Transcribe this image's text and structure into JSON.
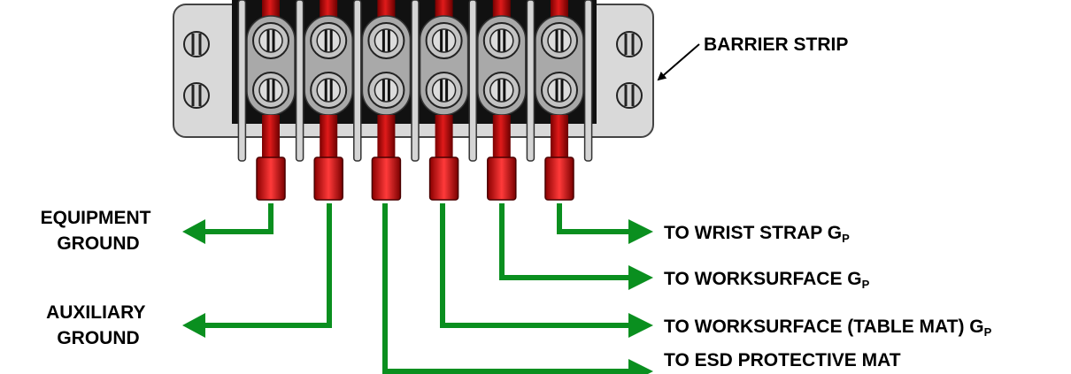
{
  "title": "",
  "labels": {
    "barrier_strip": "BARRIER STRIP",
    "equipment_ground": [
      "EQUIPMENT",
      "GROUND"
    ],
    "auxiliary_ground": [
      "AUXILIARY",
      "GROUND"
    ],
    "wrist_strap": {
      "text": "TO WRIST STRAP G",
      "sub": "P"
    },
    "worksurface": {
      "text": "TO WORKSURFACE G",
      "sub": "P"
    },
    "table_mat": {
      "text": "TO WORKSURFACE (TABLE MAT) G",
      "sub": "P"
    },
    "esd_mat": "TO ESD PROTECTIVE MAT"
  },
  "colors": {
    "wire": "#0a8f1f",
    "terminal_red": "#cc1111",
    "terminal_dark": "#7a0000",
    "strip_body": "#d9d9d9",
    "strip_black": "#111111",
    "screw_face": "#bfbfbf"
  },
  "terminal_count": 6
}
